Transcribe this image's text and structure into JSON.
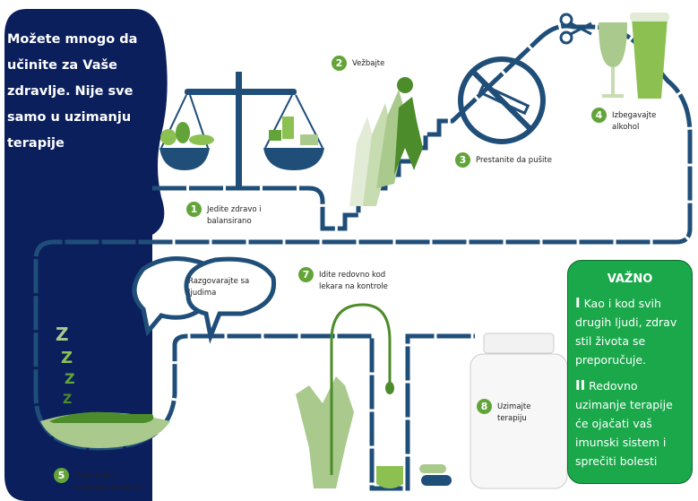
{
  "intro": "Možete mnogo da učinite za Vaše zdravlje. Nije sve samo u uzimanju terapije",
  "steps": [
    {
      "num": "1",
      "label": "Jedite zdravo i balansirano"
    },
    {
      "num": "2",
      "label": "Vežbajte"
    },
    {
      "num": "3",
      "label": "Prestanite da pušite"
    },
    {
      "num": "4",
      "label": "Izbegavajte alkohol"
    },
    {
      "num": "5",
      "label": "Odmarajte i spavajte dovoljno"
    },
    {
      "num": "7",
      "label": "Idite redovno kod lekara na kontrole"
    },
    {
      "num": "8",
      "label": "Uzimajte terapiju"
    }
  ],
  "bubble_text": "Razgovarajte sa ljudima",
  "sleep_letters": "Z Z Z Z",
  "important": {
    "title": "VAŽNO",
    "items": [
      {
        "numeral": "I",
        "text": "Kao i kod svih drugih ljudi, zdrav stil života se preporučuje."
      },
      {
        "numeral": "II",
        "text": "Redovno uzimanje terapije će ojačati vaš imunski sistem i sprečiti bolesti"
      }
    ]
  },
  "colors": {
    "navy": "#0b1f5c",
    "path": "#1f4e79",
    "green": "#62a43a",
    "box": "#1aa84b",
    "lightgreen": "#a9c98d"
  }
}
